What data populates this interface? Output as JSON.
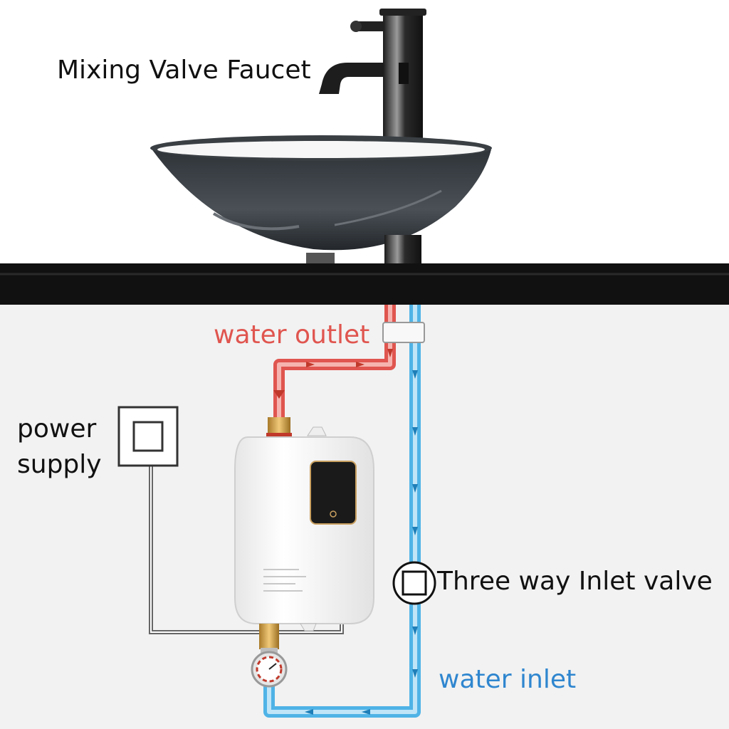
{
  "labels": {
    "faucet": "Mixing Valve Faucet",
    "water_outlet": "water outlet",
    "power_supply_line1": "power",
    "power_supply_line2": "supply",
    "inlet_valve": "Three way Inlet valve",
    "water_inlet": "water inlet"
  },
  "colors": {
    "hot_pipe": "#e0554f",
    "cold_pipe": "#4fb3e6",
    "countertop": "#111111",
    "cabinet": "#f2f2f2"
  },
  "icons": [
    "faucet-icon",
    "sink-basin-icon",
    "power-outlet-icon",
    "water-heater-icon",
    "valve-icon",
    "pressure-gauge-icon"
  ]
}
